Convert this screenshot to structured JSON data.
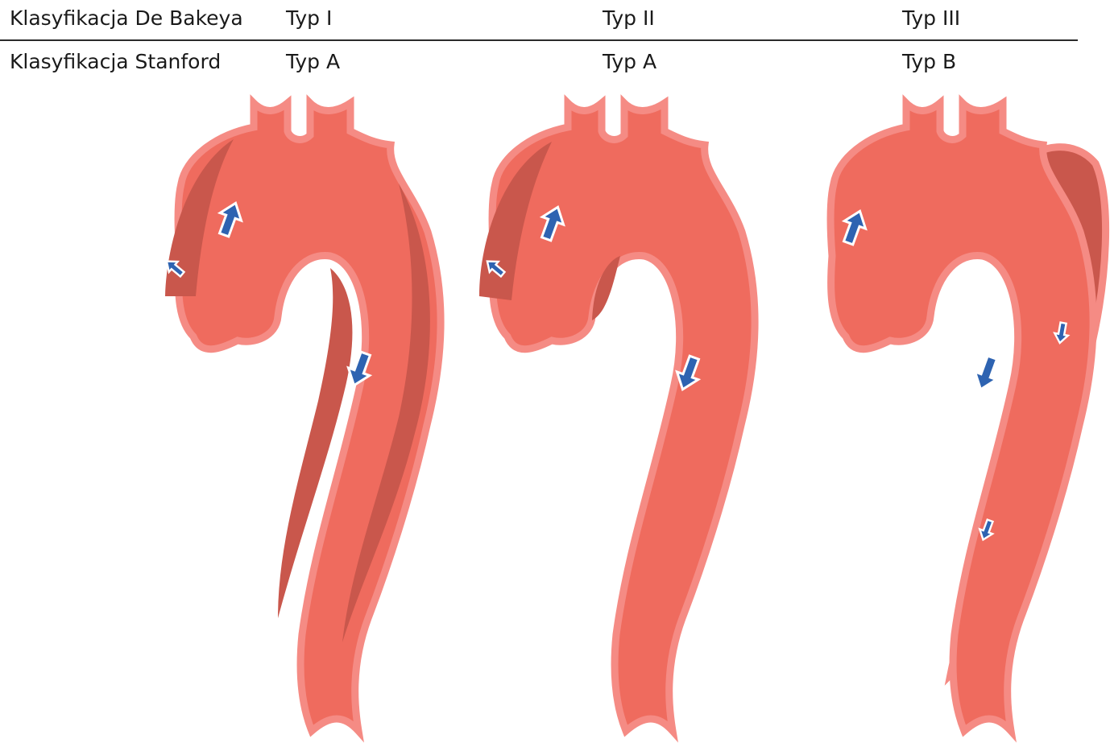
{
  "rows": {
    "debakey_label": "Klasyfikacja De Bakeya",
    "stanford_label": "Klasyfikacja Stanford"
  },
  "columns": [
    {
      "debakey": "Typ I",
      "stanford": "Typ A"
    },
    {
      "debakey": "Typ II",
      "stanford": "Typ A"
    },
    {
      "debakey": "Typ III",
      "stanford": "Typ B"
    }
  ],
  "colors": {
    "aorta_fill": "#ef6b5e",
    "aorta_border": "#f58b84",
    "false_lumen": "#c9574c",
    "arrow_fill": "#2e63b1",
    "arrow_outline": "#ffffff",
    "divider": "#2b2b2b"
  }
}
